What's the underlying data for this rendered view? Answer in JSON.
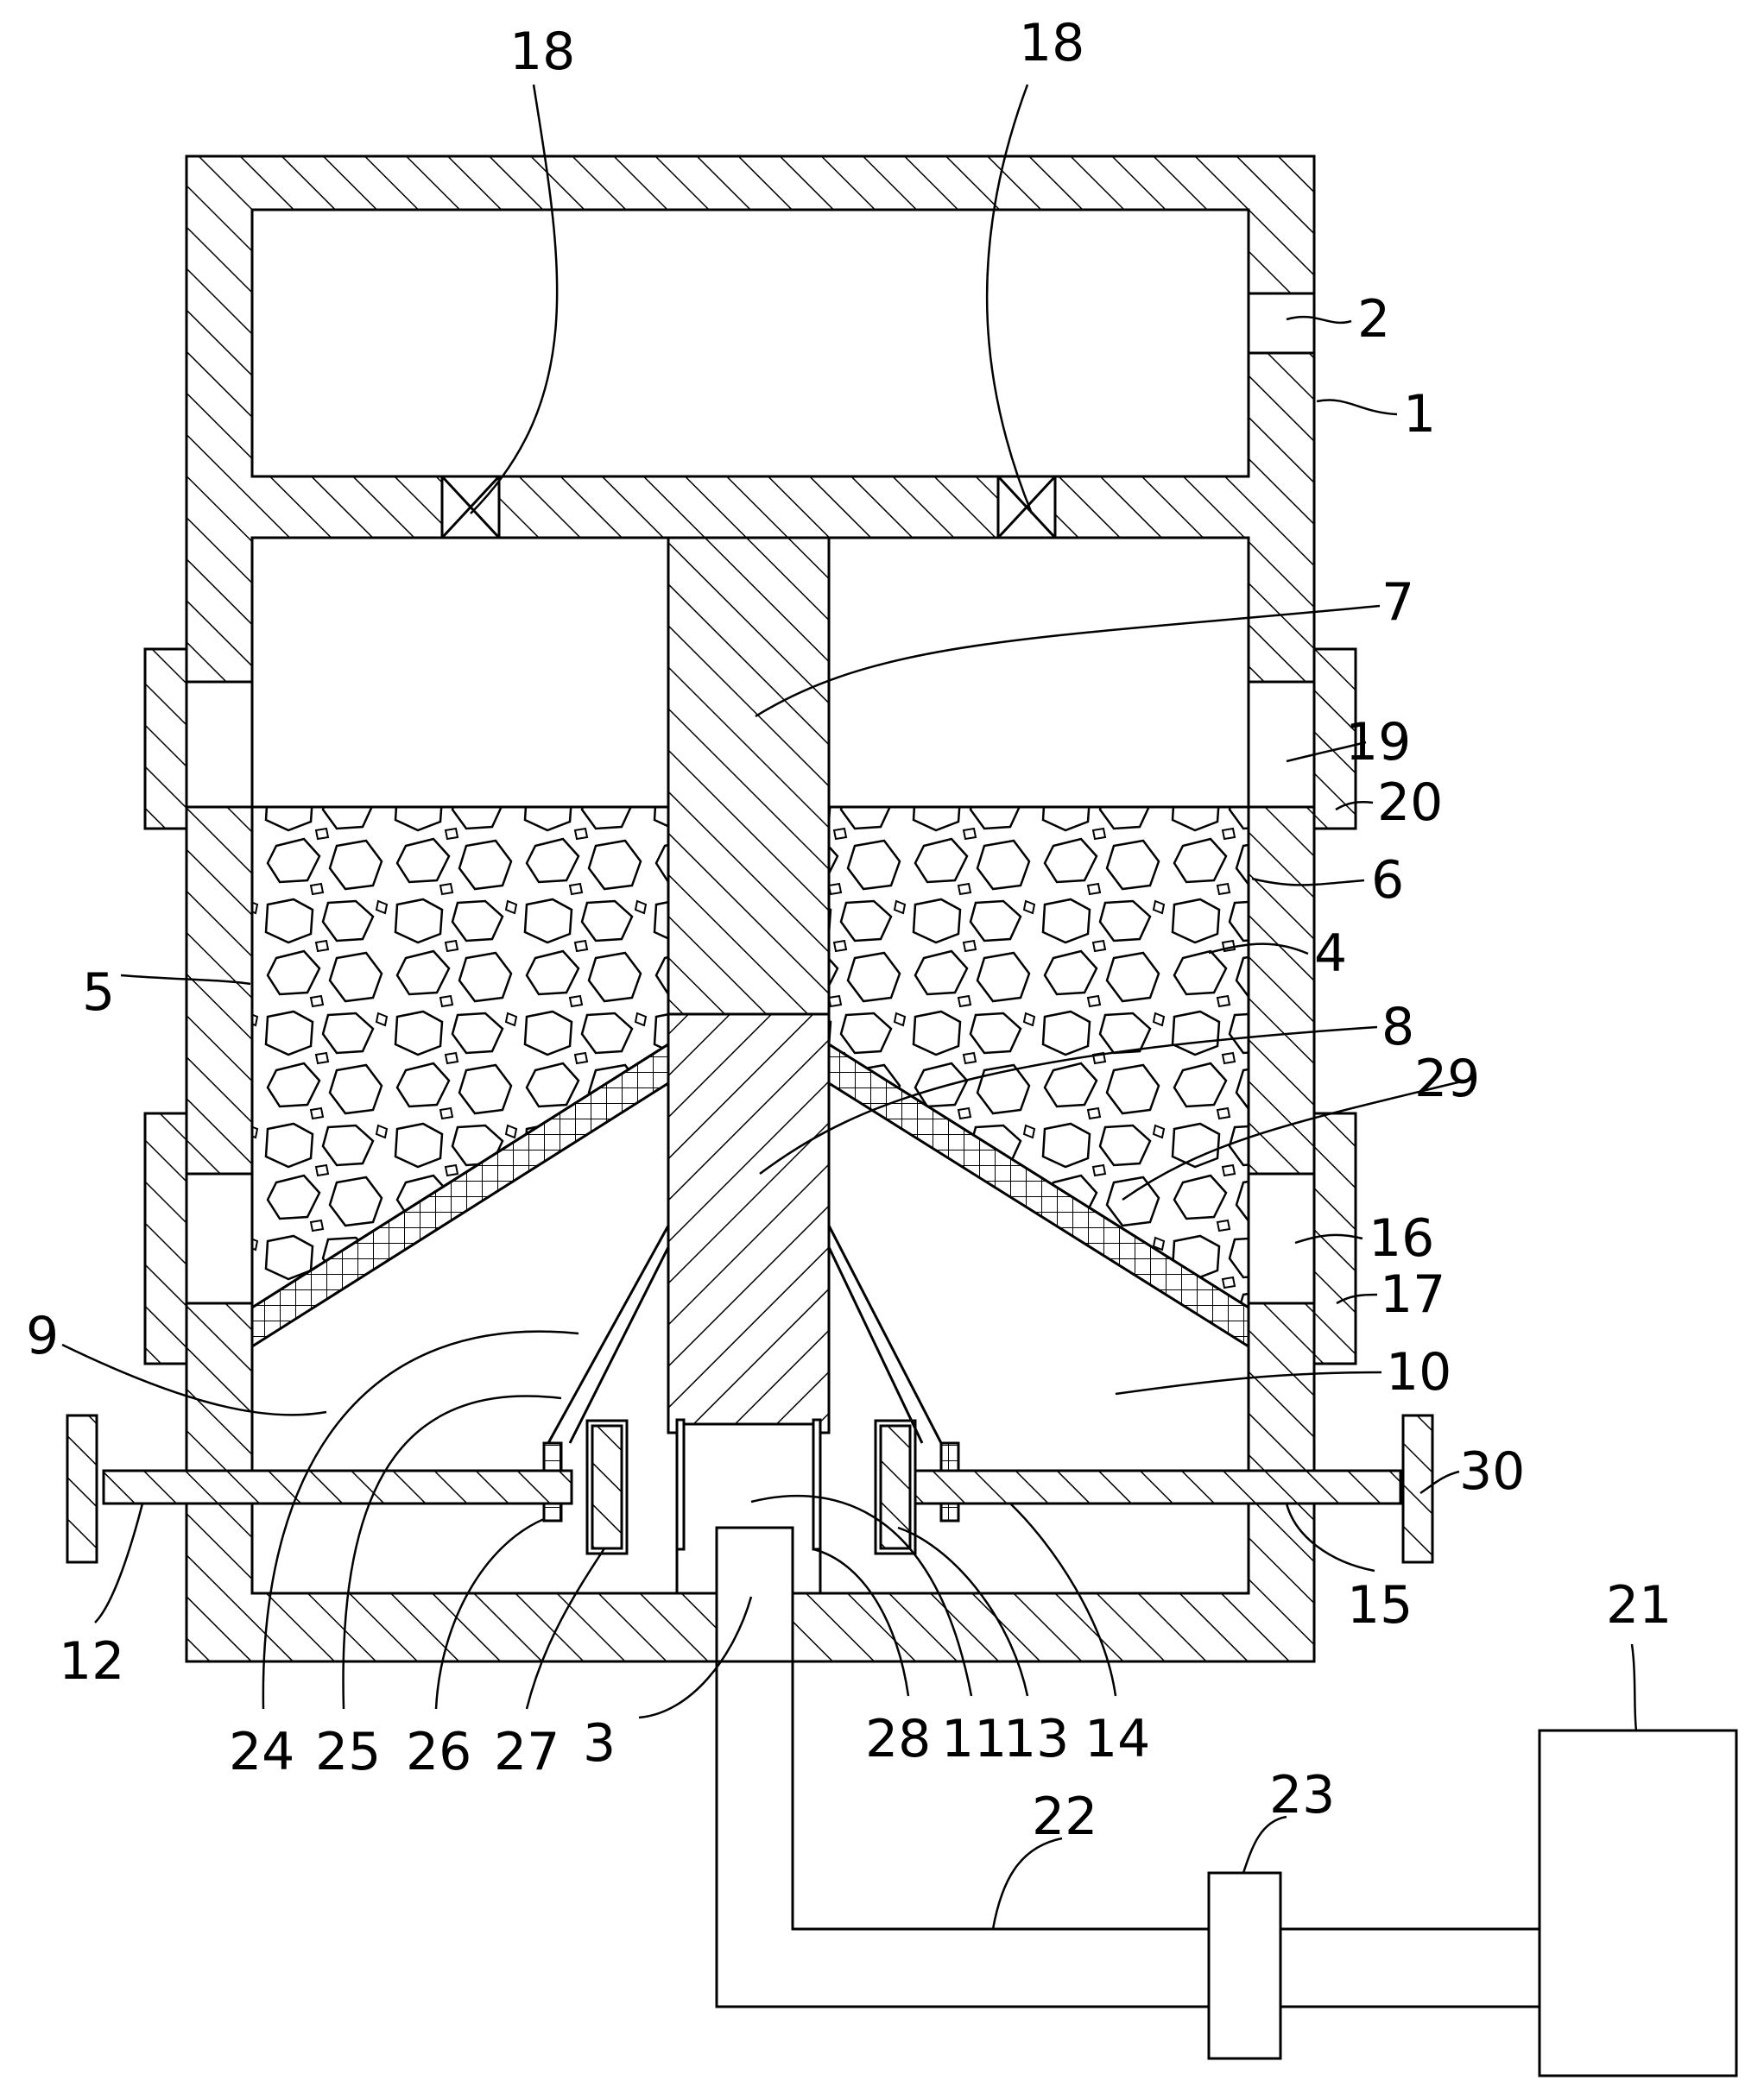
{
  "labels": {
    "l18a": "18",
    "l18b": "18",
    "l2": "2",
    "l1": "1",
    "l7": "7",
    "l19": "19",
    "l20": "20",
    "l6": "6",
    "l5": "5",
    "l4": "4",
    "l8": "8",
    "l29": "29",
    "l16": "16",
    "l17": "17",
    "l9": "9",
    "l10": "10",
    "l30": "30",
    "l12": "12",
    "l15": "15",
    "l21": "21",
    "l24": "24",
    "l25": "25",
    "l26": "26",
    "l27": "27",
    "l3": "3",
    "l28": "28",
    "l11": "11",
    "l13": "13",
    "l14": "14",
    "l23": "23",
    "l22": "22"
  }
}
